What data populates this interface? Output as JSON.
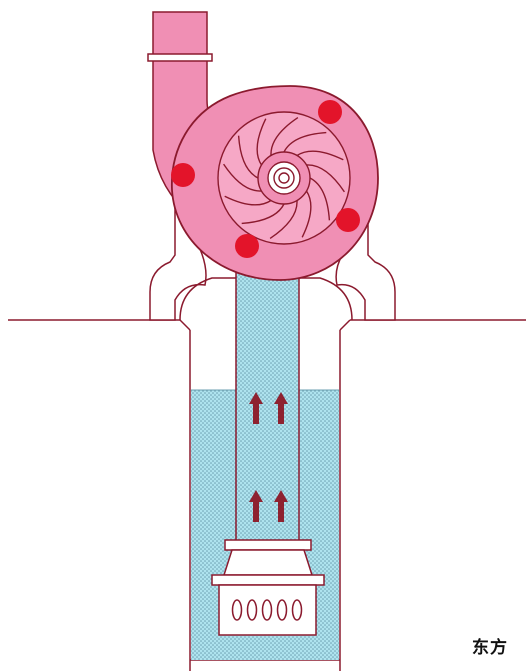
{
  "diagram": {
    "subject": "centrifugal-pump-suction-from-sump",
    "components": [
      "discharge-pipe",
      "pump-volute",
      "impeller",
      "shaft-hub",
      "pump-base",
      "ground-line",
      "sump-pit",
      "water",
      "suction-pipe",
      "flow-arrows",
      "foot-valve",
      "strainer"
    ],
    "flow_direction": "up",
    "flow_arrow_pairs": 2,
    "strainer_slot_count": 5,
    "volute_marker_count": 4
  },
  "colors": {
    "pump_fill": "#f08fb4",
    "outline": "#8b1a2e",
    "marker": "#e3142a",
    "water": "#aee3ee",
    "water_dots": "#6b9fb0",
    "arrow": "#8e2230",
    "ground": "#8b1a2e"
  },
  "watermark": {
    "text": "东方"
  }
}
